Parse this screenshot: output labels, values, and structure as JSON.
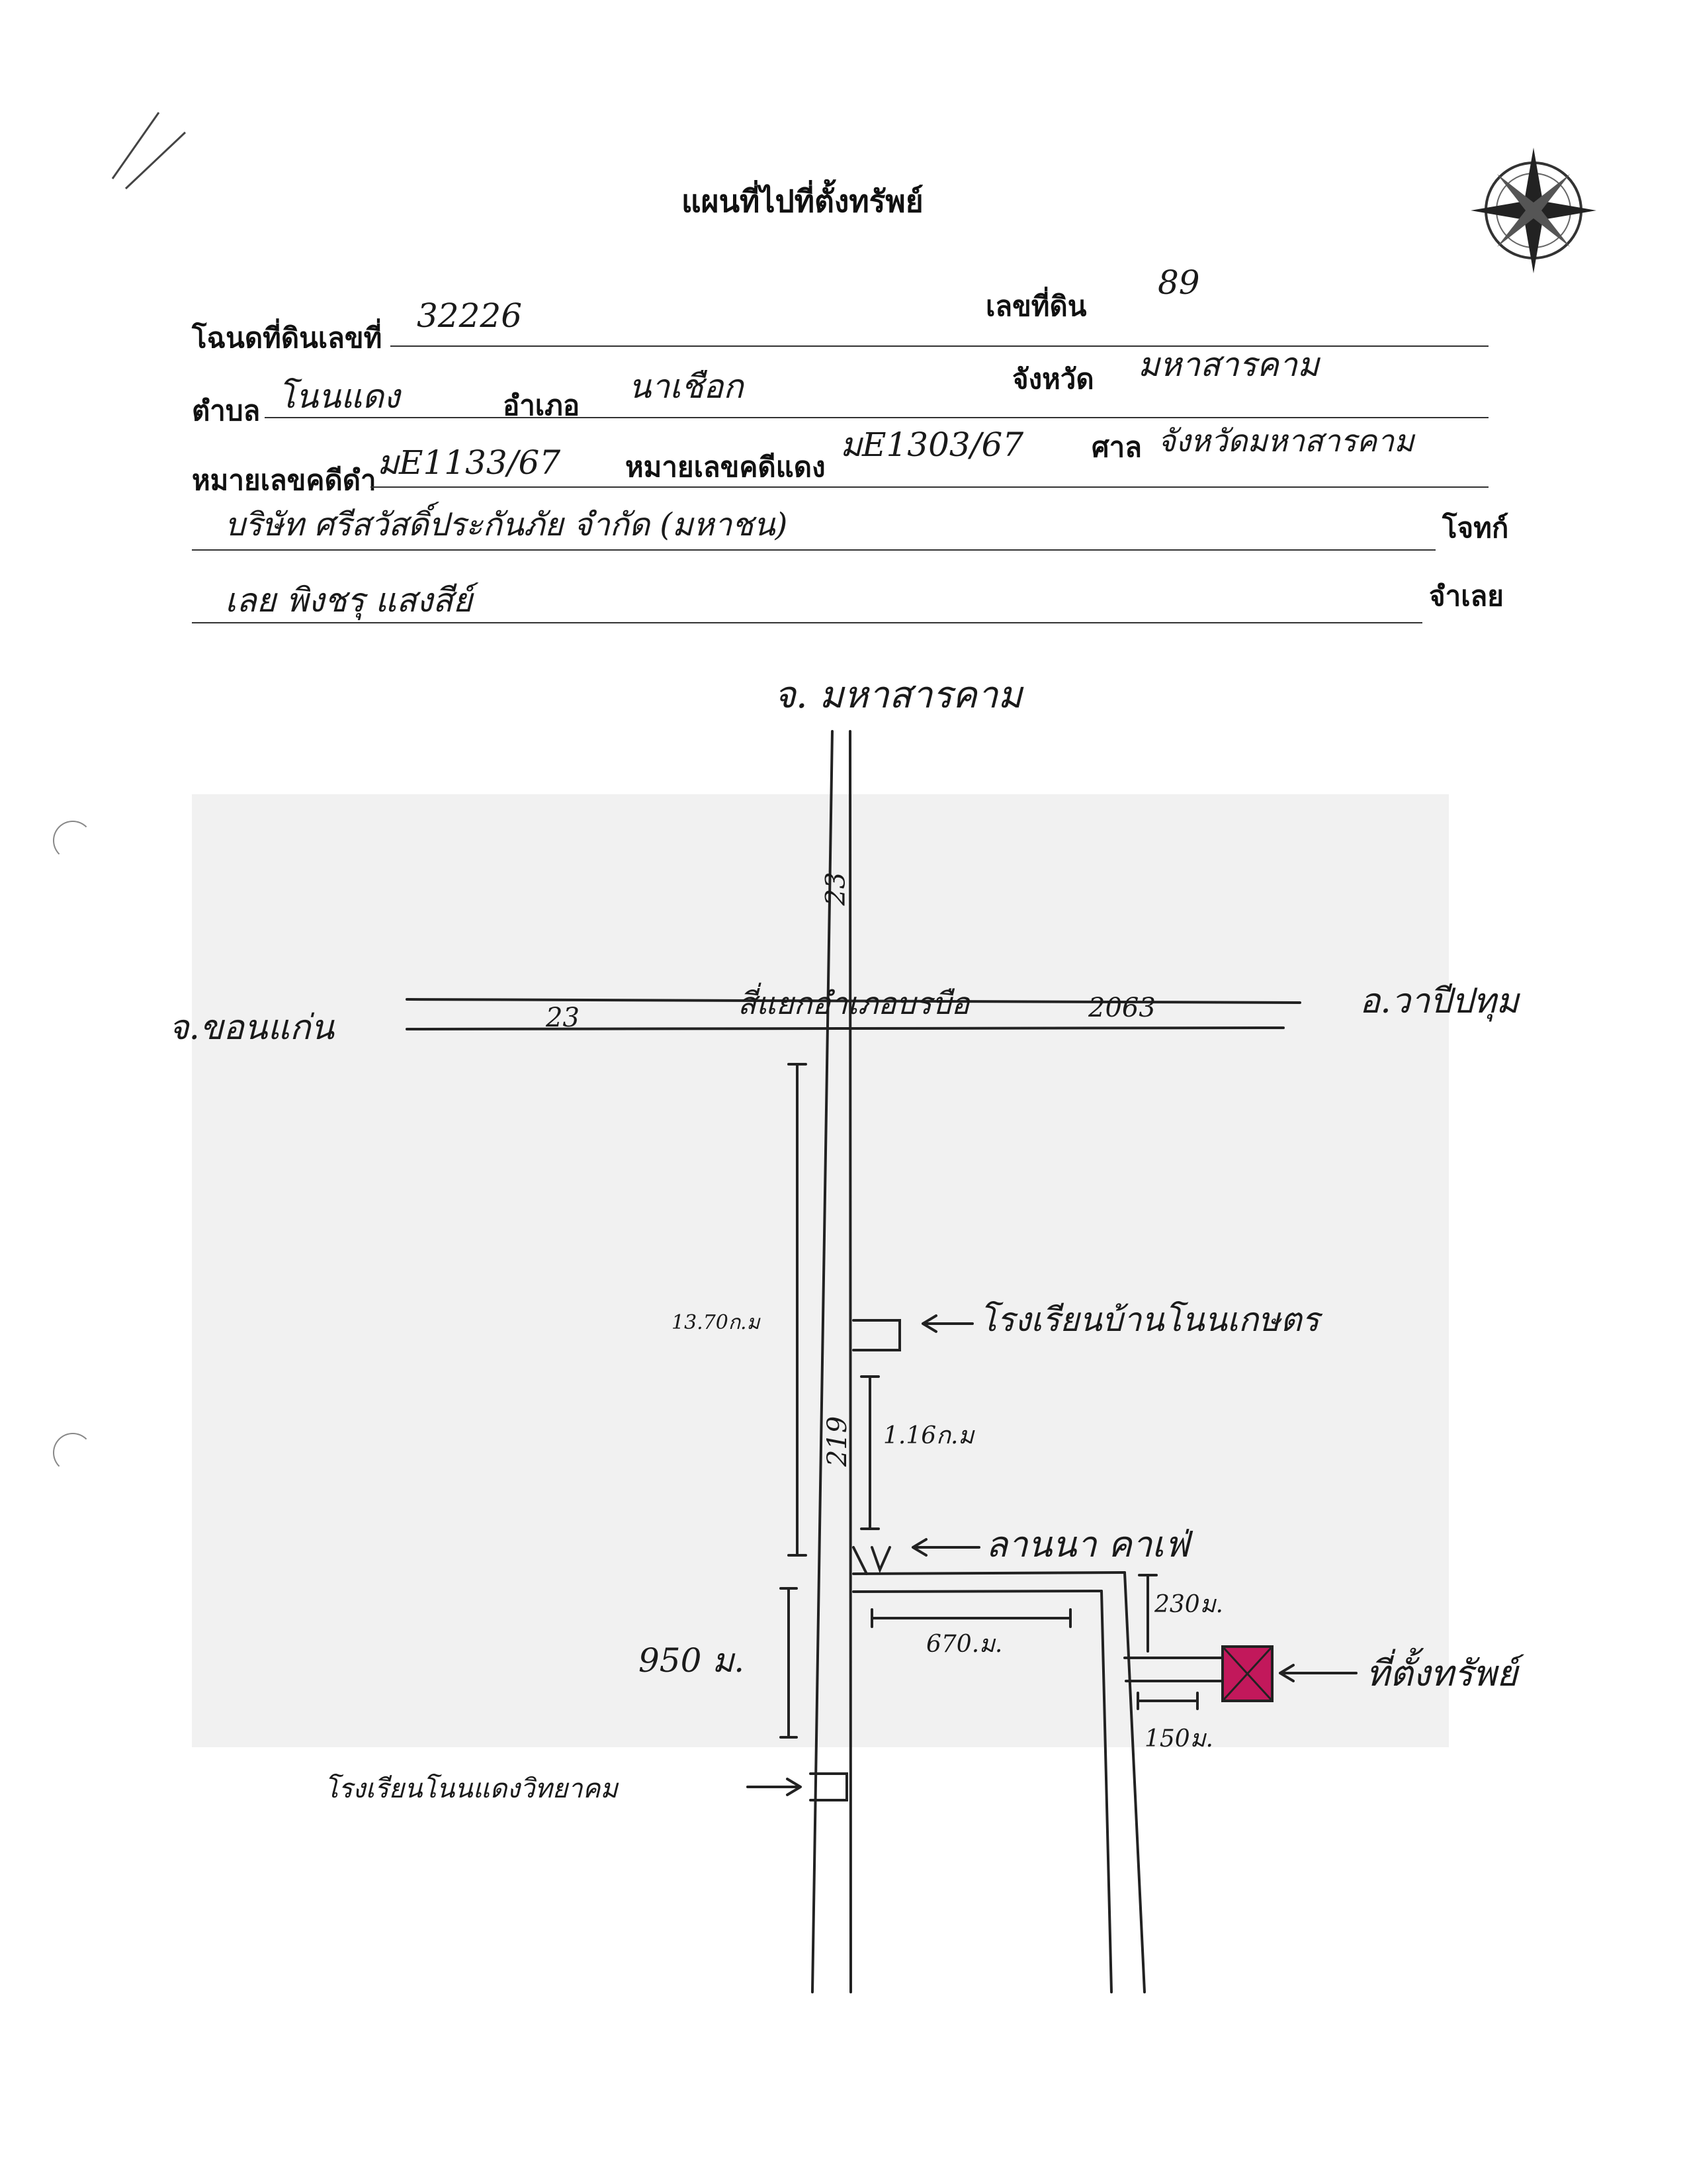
{
  "title": "แผนที่ไปที่ตั้งทรัพย์",
  "fields": {
    "deed_label": "โฉนดที่ดินเลขที่",
    "deed_value": "32226",
    "land_no_label": "เลขที่ดิน",
    "land_no_value": "89",
    "subdistrict_label": "ตำบล",
    "subdistrict_value": "โนนแดง",
    "district_label": "อำเภอ",
    "district_value": "นาเชือก",
    "province_label": "จังหวัด",
    "province_value": "มหาสารคาม",
    "black_case_label": "หมายเลขคดีดำ",
    "black_case_value": "มE1133/67",
    "red_case_label": "หมายเลขคดีแดง",
    "red_case_value": "มE1303/67",
    "court_label": "ศาล",
    "court_value": "จังหวัดมหาสารคาม",
    "plaintiff_value": "บริษัท ศรีสวัสดิ์ประกันภัย จำกัด (มหาชน)",
    "plaintiff_label": "โจทก์",
    "defendant_value": "เลย พิงชรุ แสงสีย์",
    "defendant_label": "จำเลย"
  },
  "map": {
    "north_label": "จ. มหาสารคาม",
    "west_label": "จ.ขอนแก่น",
    "east_label": "อ.วาปีปทุม",
    "road_23_left": "23",
    "junction_label": "สี่แยกอำเภอบรบือ",
    "road_2063": "2063",
    "road_23_top": "23",
    "road_219": "219",
    "dist_1370": "13.70ก.ม",
    "school_1": "โรงเรียนบ้านโนนเกษตร",
    "dist_116": "1.16ก.ม",
    "landmark_cafe": "ลานนา คาเฟ่",
    "dist_230": "230ม.",
    "dist_670": "670.ม.",
    "dist_950": "950 ม.",
    "dist_150": "150ม.",
    "property_label": "ที่ตั้งทรัพย์",
    "school_2": "โรงเรียนโนนแดงวิทยาคม",
    "property_color": "#c2185b"
  }
}
